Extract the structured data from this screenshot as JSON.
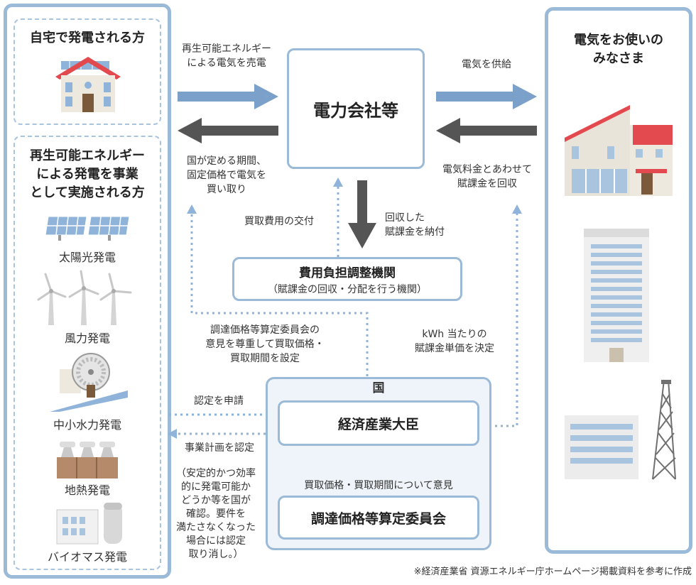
{
  "left": {
    "home_title": "自宅で発電される方",
    "biz_title_lines": [
      "再生可能エネルギー",
      "による発電を事業",
      "として実施される方"
    ],
    "sources": [
      "太陽光発電",
      "風力発電",
      "中小水力発電",
      "地熱発電",
      "バイオマス発電"
    ]
  },
  "right": {
    "title_lines": [
      "電気をお使いの",
      "みなさま"
    ]
  },
  "center": {
    "utility": "電力会社等",
    "org_title": "費用負担調整機関",
    "org_sub": "（賦課金の回収・分配を行う機関）",
    "country_label": "国",
    "minister": "経済産業大臣",
    "committee": "調達価格等算定委員会"
  },
  "labels": {
    "sell": [
      "再生可能エネルギー",
      "による電気を売電"
    ],
    "buy": [
      "国が定める期間、",
      "固定価格で電気を",
      "買い取り"
    ],
    "supply": "電気を供給",
    "collect": [
      "電気料金とあわせて",
      "賦課金を回収"
    ],
    "grant": "買取費用の交付",
    "pay": [
      "回収した",
      "賦課金を納付"
    ],
    "respect": [
      "調達価格等算定委員会の",
      "意見を尊重して買取価格・",
      "買取期間を設定"
    ],
    "unit": [
      "kWh 当たりの",
      "賦課金単価を決定"
    ],
    "apply": "認定を申請",
    "certify": "事業計画を認定",
    "note": [
      "（安定的かつ効率",
      "的に発電可能か",
      "どうか等を国が",
      "確認。要件を",
      "満たさなくなった",
      "場合には認定",
      "取り消し。）"
    ],
    "opinion": "買取価格・買取期間について意見"
  },
  "footnote": "※経済産業省 資源エネルギー庁ホームページ掲載資料を参考に作成",
  "colors": {
    "panel_border": "#9bbad8",
    "arrow_blue": "#7ba1cb",
    "arrow_gray": "#555555",
    "dotted": "#8fb3d9",
    "roof_red": "#e24a4f"
  }
}
